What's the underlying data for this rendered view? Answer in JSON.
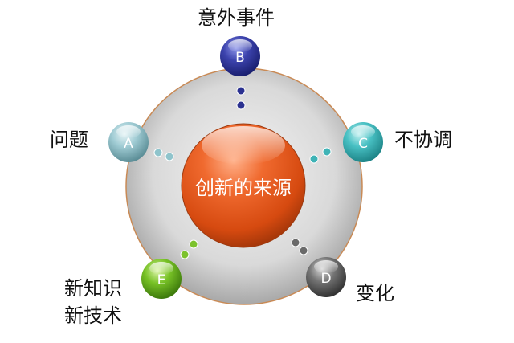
{
  "center": {
    "text": "创新的来源",
    "color": "#e2561d"
  },
  "nodes": [
    {
      "key": "B",
      "letter": "B",
      "label": "意外事件",
      "color": "#2b3190",
      "dot_color": "#2b3190"
    },
    {
      "key": "A",
      "letter": "A",
      "label": "问题",
      "color": "#8cbcc5",
      "dot_color": "#8fc4cc"
    },
    {
      "key": "C",
      "letter": "C",
      "label": "不协调",
      "color": "#3eb6b9",
      "dot_color": "#3fb3b6"
    },
    {
      "key": "E",
      "letter": "E",
      "label_lines": [
        "新知识",
        "新技术"
      ],
      "color": "#6fb621",
      "dot_color": "#7cc22c"
    },
    {
      "key": "D",
      "letter": "D",
      "label": "变化",
      "color": "#5d5d5d",
      "dot_color": "#6a6a6a"
    }
  ]
}
